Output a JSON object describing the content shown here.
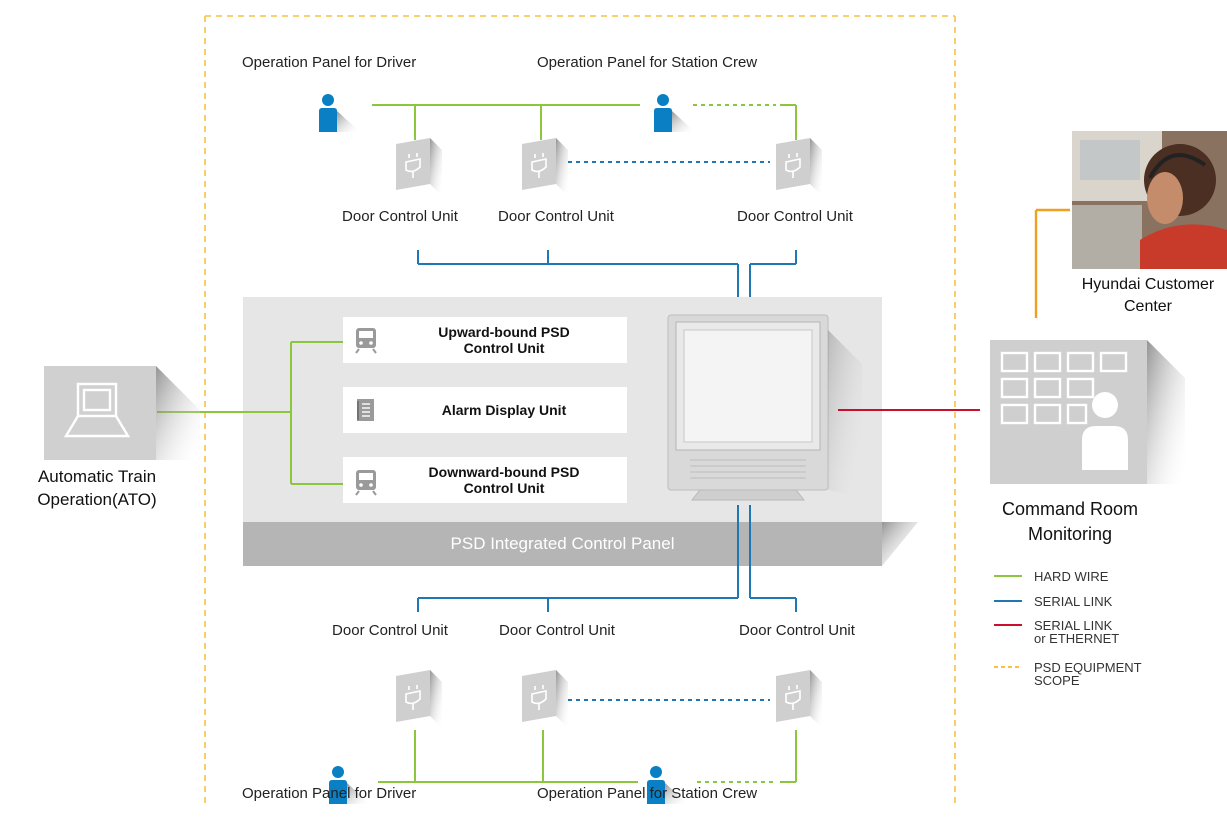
{
  "labels": {
    "op_driver_top": "Operation Panel for Driver",
    "op_crew_top": "Operation Panel for Station Crew",
    "dcu_top_1": "Door Control Unit",
    "dcu_top_2": "Door Control Unit",
    "dcu_top_3": "Door Control Unit",
    "dcu_bottom_1": "Door Control Unit",
    "dcu_bottom_2": "Door Control Unit",
    "dcu_bottom_3": "Door Control Unit",
    "op_driver_bottom": "Operation Panel for Driver",
    "op_crew_bottom": "Operation Panel for Station Crew",
    "ato_line1": "Automatic Train",
    "ato_line2": "Operation(ATO)",
    "customer_line1": "Hyundai Customer",
    "customer_line2": "Center",
    "command_line1": "Command Room",
    "command_line2": "Monitoring"
  },
  "panel": {
    "title": "PSD Integrated Control Panel",
    "upward_line1": "Upward-bound PSD",
    "upward_line2": "Control Unit",
    "alarm": "Alarm Display Unit",
    "downward_line1": "Downward-bound PSD",
    "downward_line2": "Control Unit"
  },
  "legend": {
    "hard_wire": "HARD WIRE",
    "serial_link": "SERIAL LINK",
    "serial_eth_line1": "SERIAL LINK",
    "serial_eth_line2": "or ETHERNET",
    "scope_line1": "PSD EQUIPMENT",
    "scope_line2": "SCOPE"
  },
  "colors": {
    "hard_wire": "#8cc63f",
    "serial_link": "#1f78b4",
    "ethernet": "#c8102e",
    "scope": "#f5c242",
    "customer_link": "#f0a020",
    "person": "#0a7fc4",
    "panel_bg": "#e6e6e6",
    "panel_bar": "#b5b5b5",
    "device": "#d0d0d0"
  }
}
